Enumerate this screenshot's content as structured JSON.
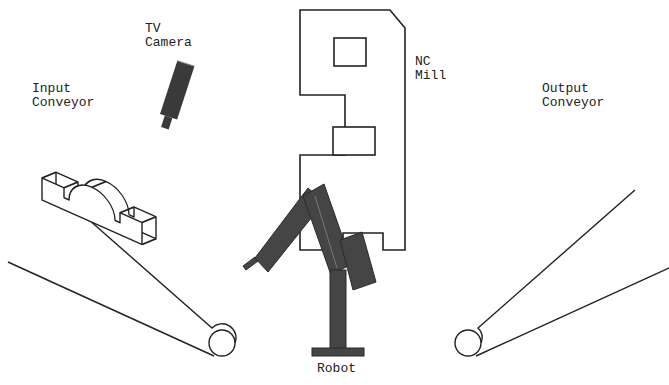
{
  "diagram": {
    "labels": [
      "TV Camera",
      "NC Mill",
      "Input Conveyor",
      "Output Conveyor",
      "Robot"
    ]
  }
}
